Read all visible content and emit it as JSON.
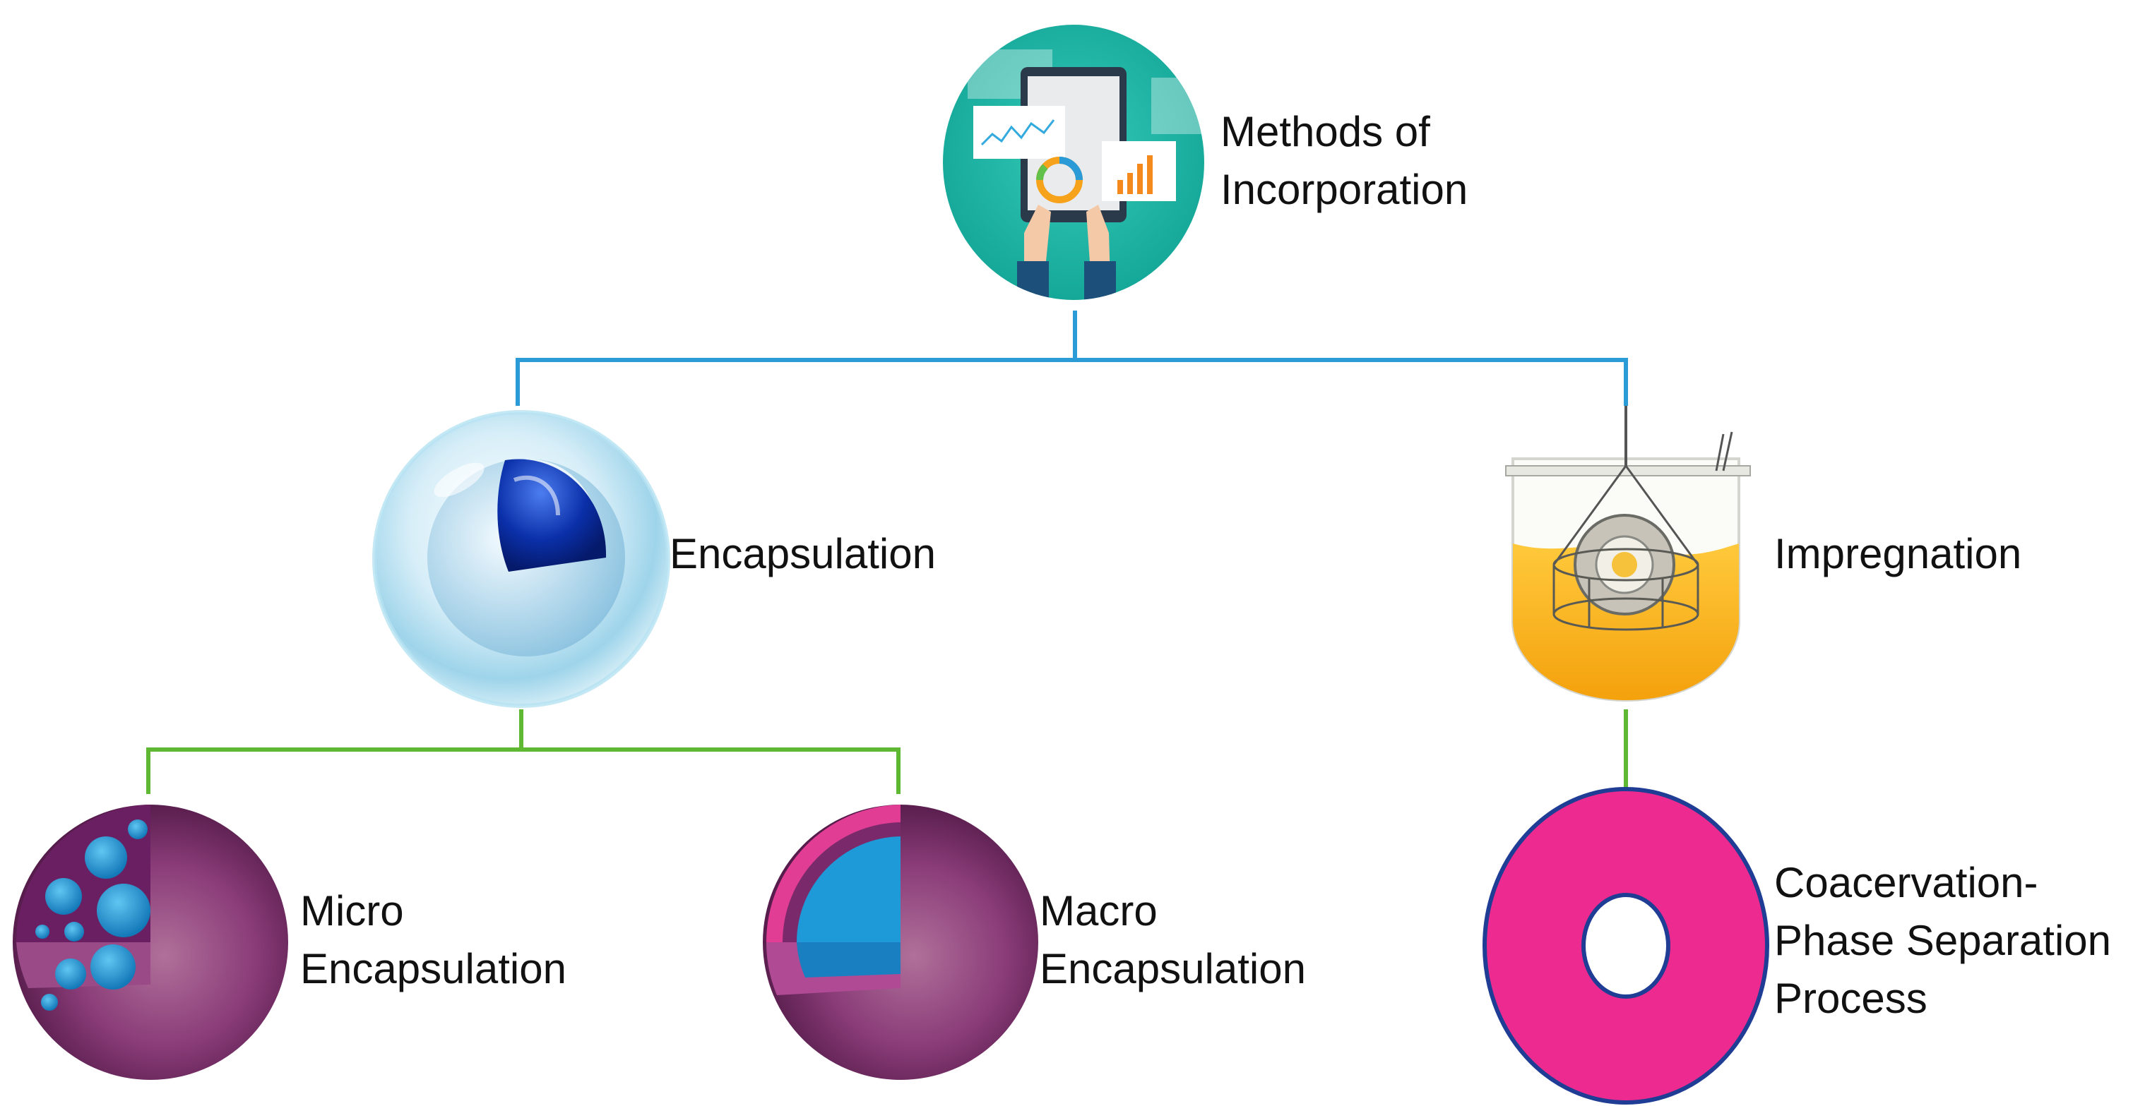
{
  "nodes": {
    "root": {
      "label": "Methods of\nIncorporation"
    },
    "encapsulation": {
      "label": "Encapsulation"
    },
    "impregnation": {
      "label": "Impregnation"
    },
    "micro": {
      "label": "Micro\nEncapsulation"
    },
    "macro": {
      "label": "Macro\nEncapsulation"
    },
    "coacervation": {
      "label": "Coacervation-\nPhase Separation\nProcess"
    }
  },
  "colors": {
    "tree_line_top": "#2a9bd6",
    "tree_line_bottom": "#5fb832",
    "ring_fill": "#ec2a8f",
    "ring_stroke": "#1f3d94",
    "capsule_purple": "#7a2a6a",
    "core_blue": "#1f9ad8",
    "teal": "#20b5a6"
  },
  "icons": {
    "root": "analytics-dashboard-icon",
    "encapsulation": "capsule-sphere-icon",
    "impregnation": "impregnation-tank-icon",
    "micro": "microcapsule-sphere-icon",
    "macro": "macrocapsule-sphere-icon",
    "coacervation": "ring-icon"
  }
}
